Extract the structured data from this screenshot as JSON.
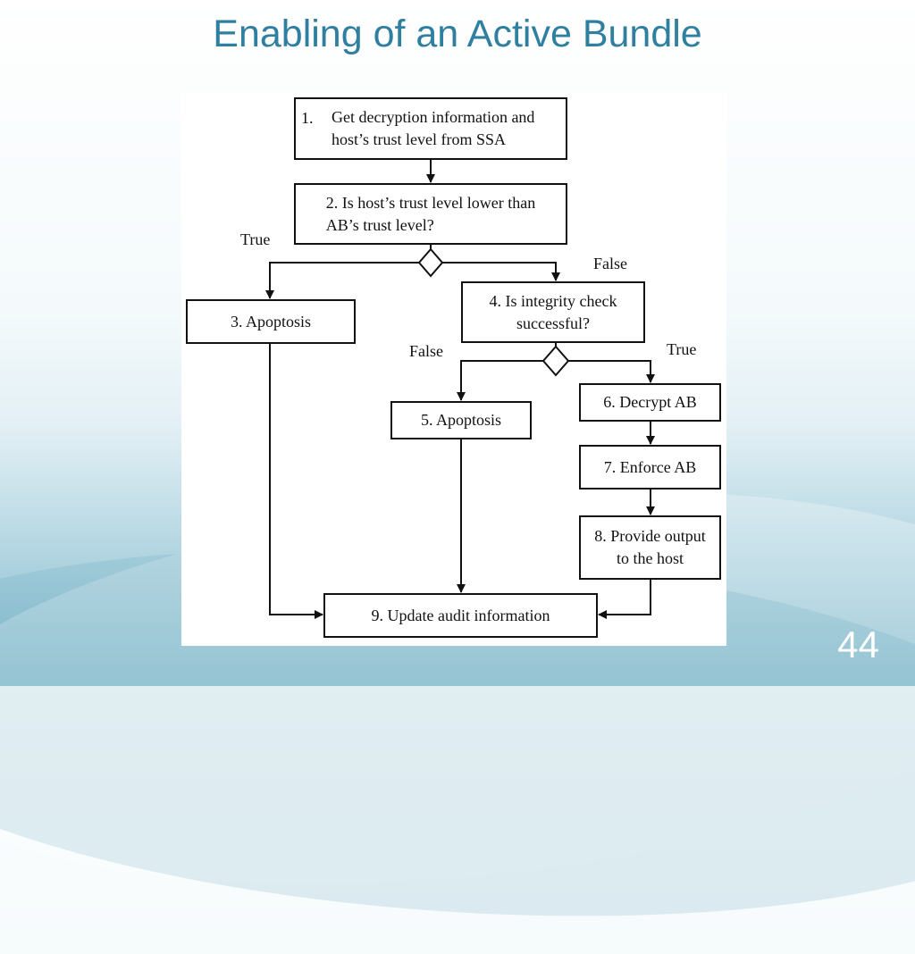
{
  "slide": {
    "title": "Enabling of an Active Bundle",
    "number": "44"
  },
  "flowchart": {
    "steps": {
      "s1": {
        "num": "1.",
        "text": "Get decryption information and\nhost’s trust level from SSA"
      },
      "s2": {
        "text": "2. Is host’s trust level lower than\n      AB’s trust level?"
      },
      "s3": {
        "text": "3. Apoptosis"
      },
      "s4": {
        "text": "4. Is integrity check\nsuccessful?"
      },
      "s5": {
        "text": "5. Apoptosis"
      },
      "s6": {
        "text": "6. Decrypt AB"
      },
      "s7": {
        "text": "7. Enforce AB"
      },
      "s8": {
        "text": "8. Provide output\nto the host"
      },
      "s9": {
        "text": "9. Update audit information"
      }
    },
    "branch_labels": {
      "d1_true": "True",
      "d1_false": "False",
      "d2_false": "False",
      "d2_true": "True"
    }
  }
}
